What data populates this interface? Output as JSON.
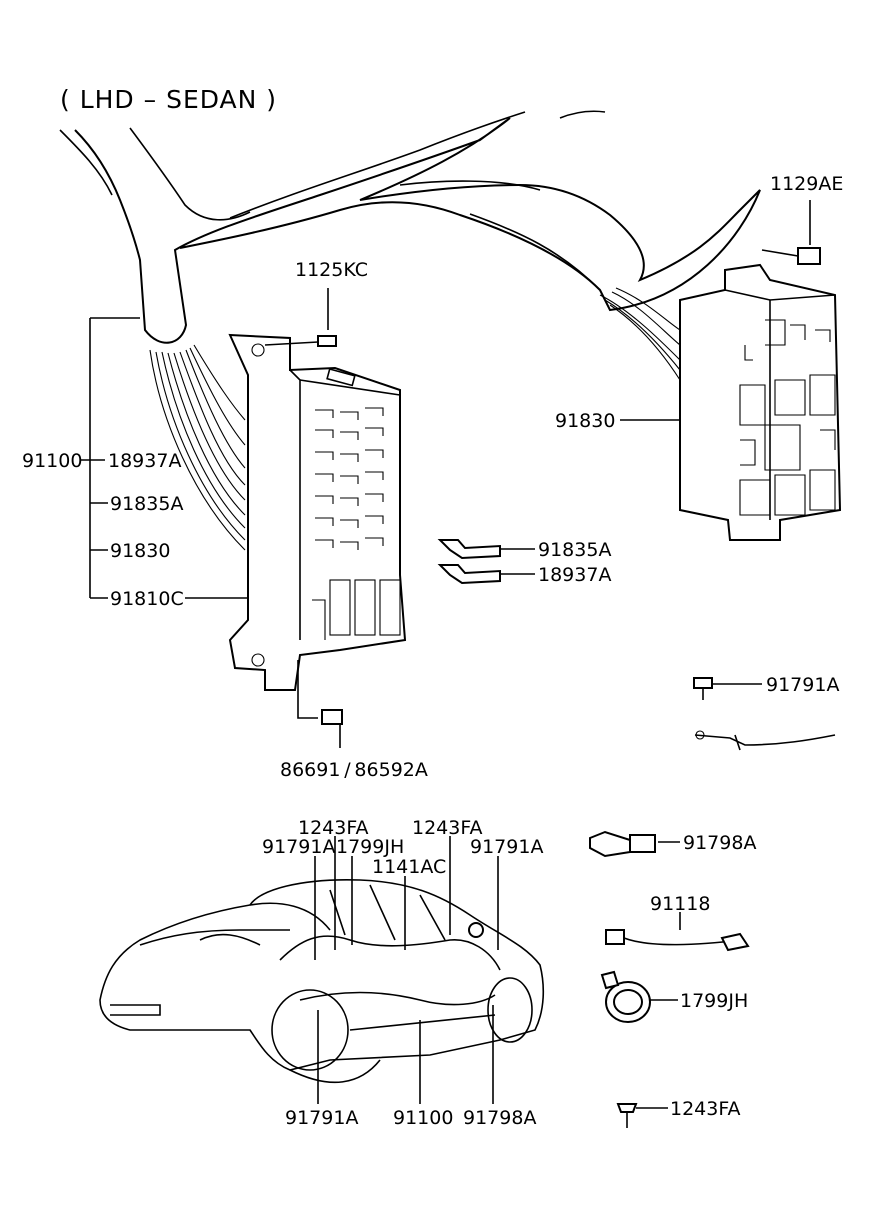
{
  "title": "( LHD – SEDAN )",
  "labels": {
    "p1129AE": "1129AE",
    "p1125KC": "1125KC",
    "p91830_right": "91830",
    "p91100_left": "91100",
    "p18937A_left": "18937A",
    "p91835A_left": "91835A",
    "p91830_left": "91830",
    "p91810C": "91810C",
    "p91835A_fuse": "91835A",
    "p18937A_fuse": "18937A",
    "p91791A_right": "91791A",
    "p86691": "86691 / 86592A",
    "p1243FA_a": "1243FA",
    "p1243FA_b": "1243FA",
    "p91791A_car1": "91791A",
    "p1799JH_car": "1799JH",
    "p1141AC": "1141AC",
    "p91791A_car2": "91791A",
    "p91798A_right": "91798A",
    "p91118": "91118",
    "p1799JH_right": "1799JH",
    "p1243FA_right": "1243FA",
    "p91791A_bottom": "91791A",
    "p91100_bottom": "91100",
    "p91798A_bottom": "91798A"
  }
}
